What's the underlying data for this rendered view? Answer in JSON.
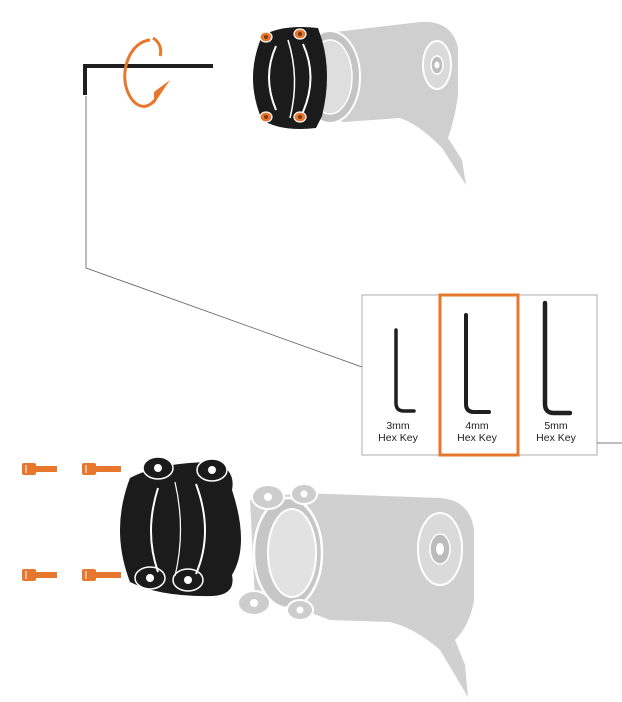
{
  "colors": {
    "accent": "#e8772e",
    "stem": "#cfcfcf",
    "faceplate": "#1b1b1b",
    "key_line": "#1f1f1f"
  },
  "icons": [
    "hex-key-wrench-icon",
    "rotation-arrow-icon",
    "bolt-icon"
  ],
  "hex_key_chart": {
    "highlighted_index": 1,
    "keys": [
      {
        "size": "3mm",
        "name": "Hex Key"
      },
      {
        "size": "4mm",
        "name": "Hex Key"
      },
      {
        "size": "5mm",
        "name": "Hex Key"
      }
    ]
  }
}
